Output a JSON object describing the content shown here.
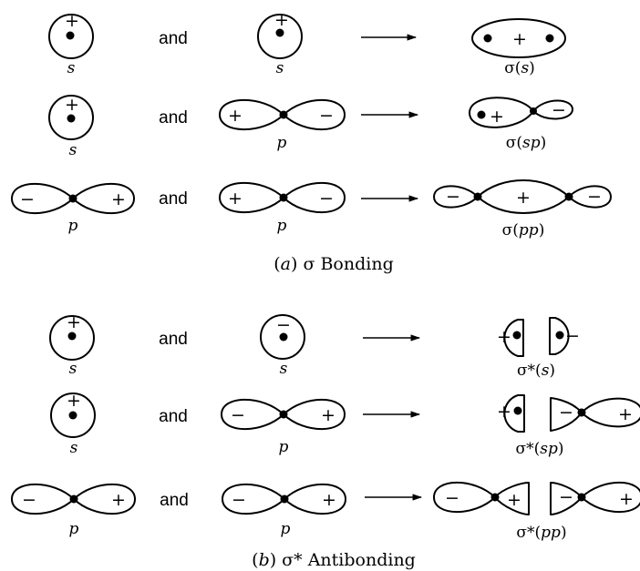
{
  "connector": "and",
  "labels": {
    "s": "s",
    "p": "p"
  },
  "signs": {
    "plus": "+",
    "minus": "−"
  },
  "bonding": {
    "caption_prefix": "(",
    "caption_letter": "a",
    "caption_suffix": ") σ Bonding",
    "results": [
      {
        "symbol": "σ(",
        "arg": "s",
        "close": ")"
      },
      {
        "symbol": "σ(",
        "arg": "sp",
        "close": ")"
      },
      {
        "symbol": "σ(",
        "arg": "pp",
        "close": ")"
      }
    ]
  },
  "antibonding": {
    "caption_prefix": "(",
    "caption_letter": "b",
    "caption_suffix": ") σ* Antibonding",
    "results": [
      {
        "symbol": "σ*(",
        "arg": "s",
        "close": ")"
      },
      {
        "symbol": "σ*(",
        "arg": "sp",
        "close": ")"
      },
      {
        "symbol": "σ*(",
        "arg": "pp",
        "close": ")"
      }
    ]
  }
}
